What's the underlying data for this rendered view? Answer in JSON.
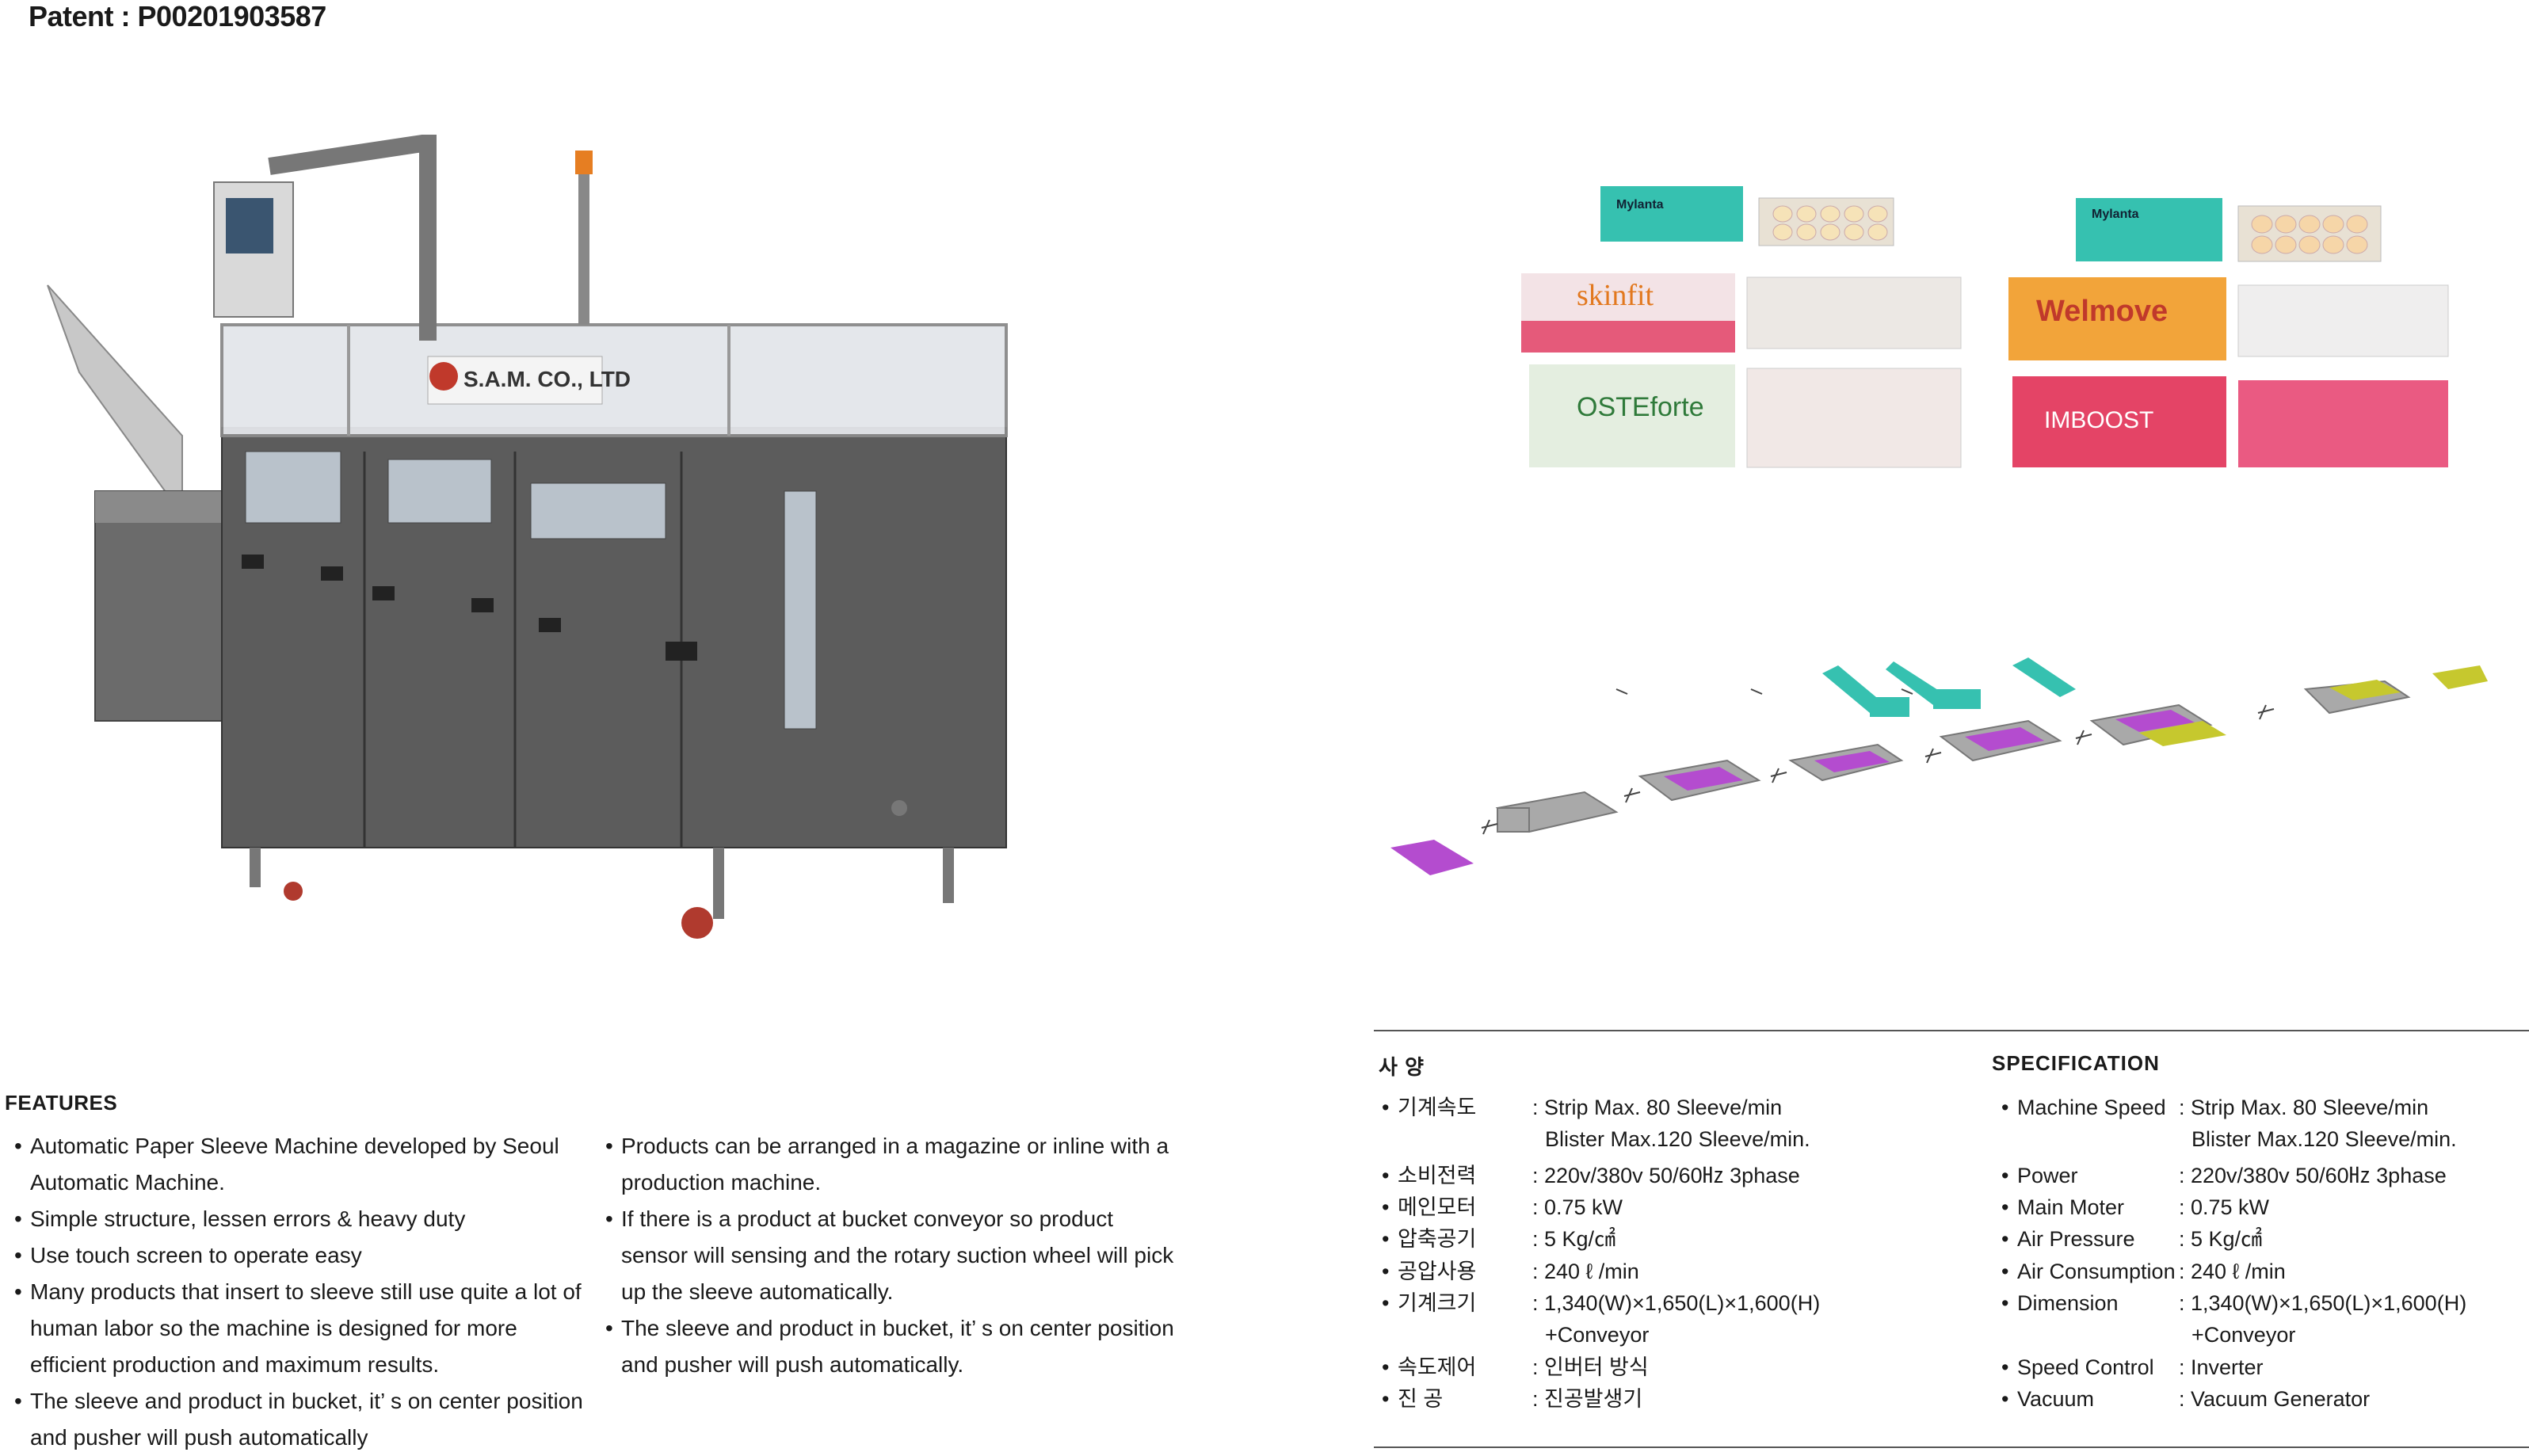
{
  "patent": "Patent : P00201903587",
  "machine_sign": "S.A.M. CO., LTD",
  "products": [
    "Mylanta",
    "skinfit",
    "OSTEforte",
    "Welmove",
    "IMBOOST"
  ],
  "features": {
    "title": "FEATURES",
    "left": [
      [
        "Automatic Paper Sleeve Machine developed by Seoul",
        "Automatic Machine."
      ],
      [
        "Simple structure, lessen errors & heavy duty"
      ],
      [
        "Use touch screen to operate easy"
      ],
      [
        "Many products that insert  to sleeve still use quite a lot of",
        "human labor so the machine is designed for more",
        "efficient production and maximum results."
      ],
      [
        "The sleeve and product in bucket, it’ s on center position",
        "and pusher will push automatically"
      ]
    ],
    "right": [
      [
        "Products can be arranged in a magazine or inline with a",
        "production machine."
      ],
      [
        "If there is a product at bucket conveyor so product",
        "sensor will sensing and the rotary suction wheel  will pick",
        "up the sleeve automatically."
      ],
      [
        "The sleeve and product in bucket, it’ s on center position",
        "and pusher will push automatically."
      ]
    ]
  },
  "spec_ko": {
    "title": "사    양",
    "rows": [
      {
        "label": "기계속도",
        "value": ": Strip Max. 80  Sleeve/min",
        "value2": "Blister Max.120 Sleeve/min."
      },
      {
        "label": "소비전력",
        "value": ": 220v/380v 50/60㎐ 3phase"
      },
      {
        "label": "메인모터",
        "value": ": 0.75 kW"
      },
      {
        "label": "압축공기",
        "value": ": 5 Kg/㎠"
      },
      {
        "label": "공압사용",
        "value": ": 240 ℓ /min"
      },
      {
        "label": "기계크기",
        "value": ": 1,340(W)×1,650(L)×1,600(H)",
        "value2": "+Conveyor"
      },
      {
        "label": "속도제어",
        "value": ": 인버터 방식"
      },
      {
        "label": "진    공",
        "value": ": 진공발생기"
      }
    ]
  },
  "spec_en": {
    "title": "SPECIFICATION",
    "rows": [
      {
        "label": "Machine Speed",
        "value": ": Strip Max. 80  Sleeve/min",
        "value2": "Blister Max.120 Sleeve/min."
      },
      {
        "label": "Power",
        "value": ":  220v/380v 50/60㎐ 3phase"
      },
      {
        "label": "Main Moter",
        "value": ": 0.75 kW"
      },
      {
        "label": "Air Pressure",
        "value": ": 5 Kg/㎠"
      },
      {
        "label": "Air Consumption",
        "value": ": 240  ℓ /min"
      },
      {
        "label": "Dimension",
        "value": ": 1,340(W)×1,650(L)×1,600(H)",
        "value2": "+Conveyor"
      },
      {
        "label": "Speed Control",
        "value": ": Inverter"
      },
      {
        "label": "Vacuum",
        "value": ": Vacuum Generator"
      }
    ]
  }
}
